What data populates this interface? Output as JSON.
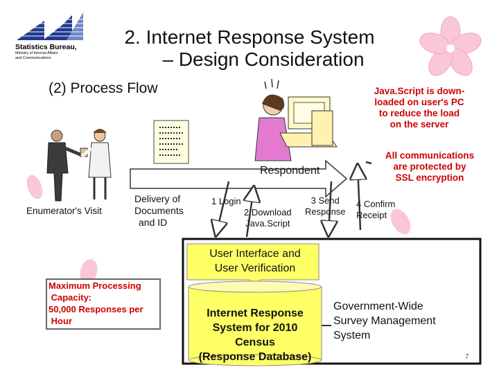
{
  "header": {
    "title_line1": "2.  Internet Response System",
    "title_line2": "– Design Consideration",
    "org_name": "Statistics Bureau,",
    "ministry_line1": "Ministry of  Internal Affairs",
    "ministry_line2": "and Communications"
  },
  "subtitle": "(2) Process Flow",
  "notes": {
    "javascript": [
      "Java.Script is down-",
      "loaded on user's PC",
      "to reduce the load",
      "on the server"
    ],
    "ssl": [
      "All communications",
      "are protected by",
      "SSL encryption"
    ]
  },
  "labels": {
    "respondent": "Respondent",
    "enumerator_visit": "Enumerator's Visit",
    "delivery": [
      "Delivery of",
      "Documents",
      "and ID"
    ],
    "login": "1 Login",
    "download": [
      "2 Download",
      "Java.Script"
    ],
    "send": [
      "3 Send",
      "Response"
    ],
    "confirm": [
      "4 Confirm",
      "Receipt"
    ]
  },
  "callout": [
    "User Interface and",
    "User Verification"
  ],
  "database": [
    "Internet Response",
    "System for 2010",
    "Census",
    "(Response Database)"
  ],
  "capacity_box": [
    "Maximum Processing",
    " Capacity:",
    "50,000 Responses per",
    " Hour"
  ],
  "government": [
    "Government-Wide",
    "Survey Management",
    "System"
  ],
  "page_number": "7",
  "colors": {
    "accent_red": "#cc0000",
    "logo_blue": "#1f3b8f",
    "blossom_pink": "#f6b8d0",
    "cylinder_yellow": "#ffff66"
  }
}
